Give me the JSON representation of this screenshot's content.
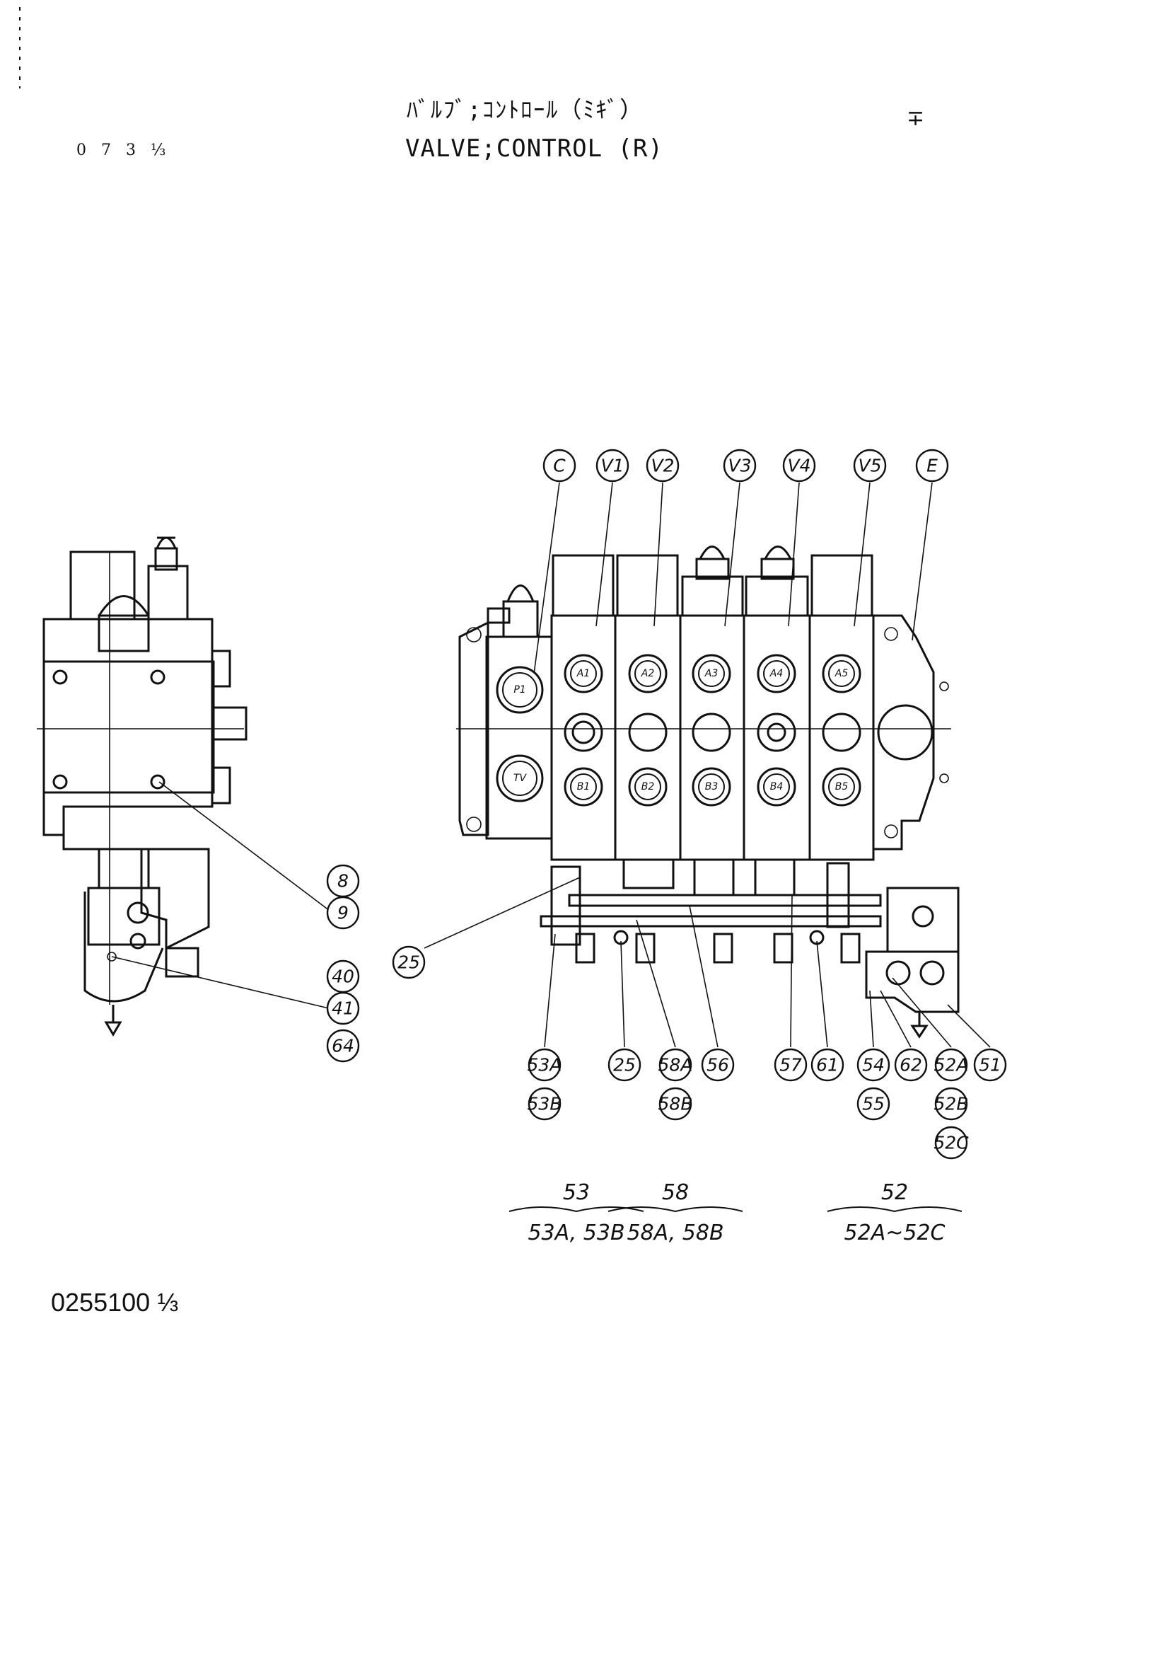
{
  "header": {
    "title_jp": "ﾊﾞﾙﾌﾞ;ｺﾝﾄﾛｰﾙ（ﾐｷﾞ）",
    "title_en": "VALVE;CONTROL (R)",
    "page_code": "0 7 3 ⅓",
    "corner_mark": "∓"
  },
  "footer": {
    "drawing_number": "0255100 ⅓"
  },
  "callouts": {
    "top": [
      "C",
      "V1",
      "V2",
      "V3",
      "V4",
      "V5",
      "E"
    ],
    "left": [
      "8",
      "9",
      "40",
      "41",
      "64"
    ],
    "bottom": [
      "25",
      "53A",
      "53B",
      "25",
      "58A",
      "58B",
      "56",
      "57",
      "61",
      "54",
      "55",
      "62",
      "52A",
      "52B",
      "52C",
      "51"
    ]
  },
  "ports": {
    "top_row": [
      "A1",
      "A2",
      "A3",
      "A4",
      "A5"
    ],
    "bottom_row": [
      "B1",
      "B2",
      "B3",
      "B4",
      "B5"
    ],
    "inlet": "P1",
    "tank": "TV"
  },
  "groups": [
    {
      "num": "53",
      "members": "53A, 53B"
    },
    {
      "num": "58",
      "members": "58A, 58B"
    },
    {
      "num": "52",
      "members": "52A~52C"
    }
  ]
}
